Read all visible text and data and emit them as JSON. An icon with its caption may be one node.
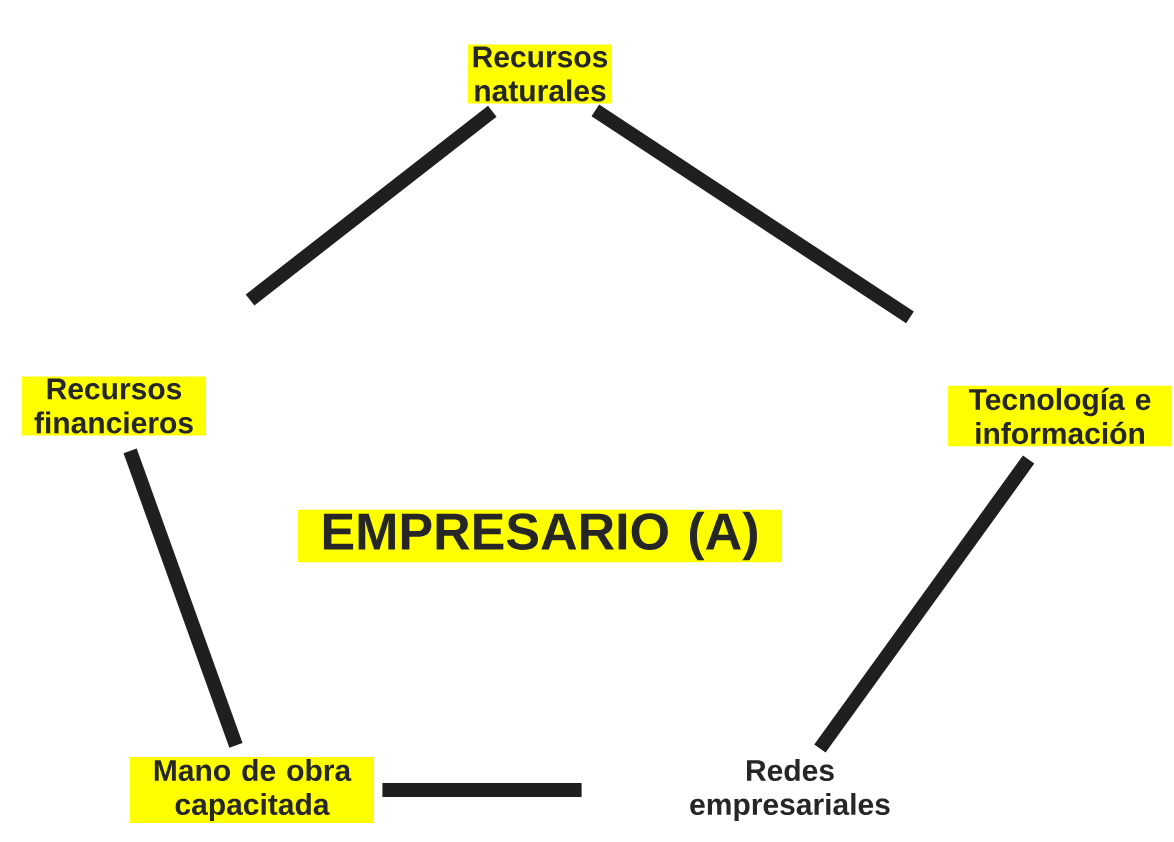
{
  "diagram": {
    "nodes": [
      {
        "text": [
          "Recursos naturales"
        ]
      },
      {
        "text": [
          "Recursos financieros"
        ]
      },
      {
        "text": [
          "Tecnología e información"
        ]
      },
      {
        "text": [
          "EMPRESARIO (A)"
        ]
      },
      {
        "text": [
          "Mano de obra capacitada"
        ]
      },
      {
        "text": [
          "Redes empresariales"
        ]
      }
    ],
    "edges": [
      {
        "from": 0,
        "to": 1,
        "arrow": "none"
      },
      {
        "from": 0,
        "to": 2,
        "arrow": "none"
      },
      {
        "from": 1,
        "to": 4,
        "arrow": "none"
      },
      {
        "from": 4,
        "to": 5,
        "arrow": "none"
      },
      {
        "from": 5,
        "to": 2,
        "arrow": "none"
      }
    ]
  }
}
